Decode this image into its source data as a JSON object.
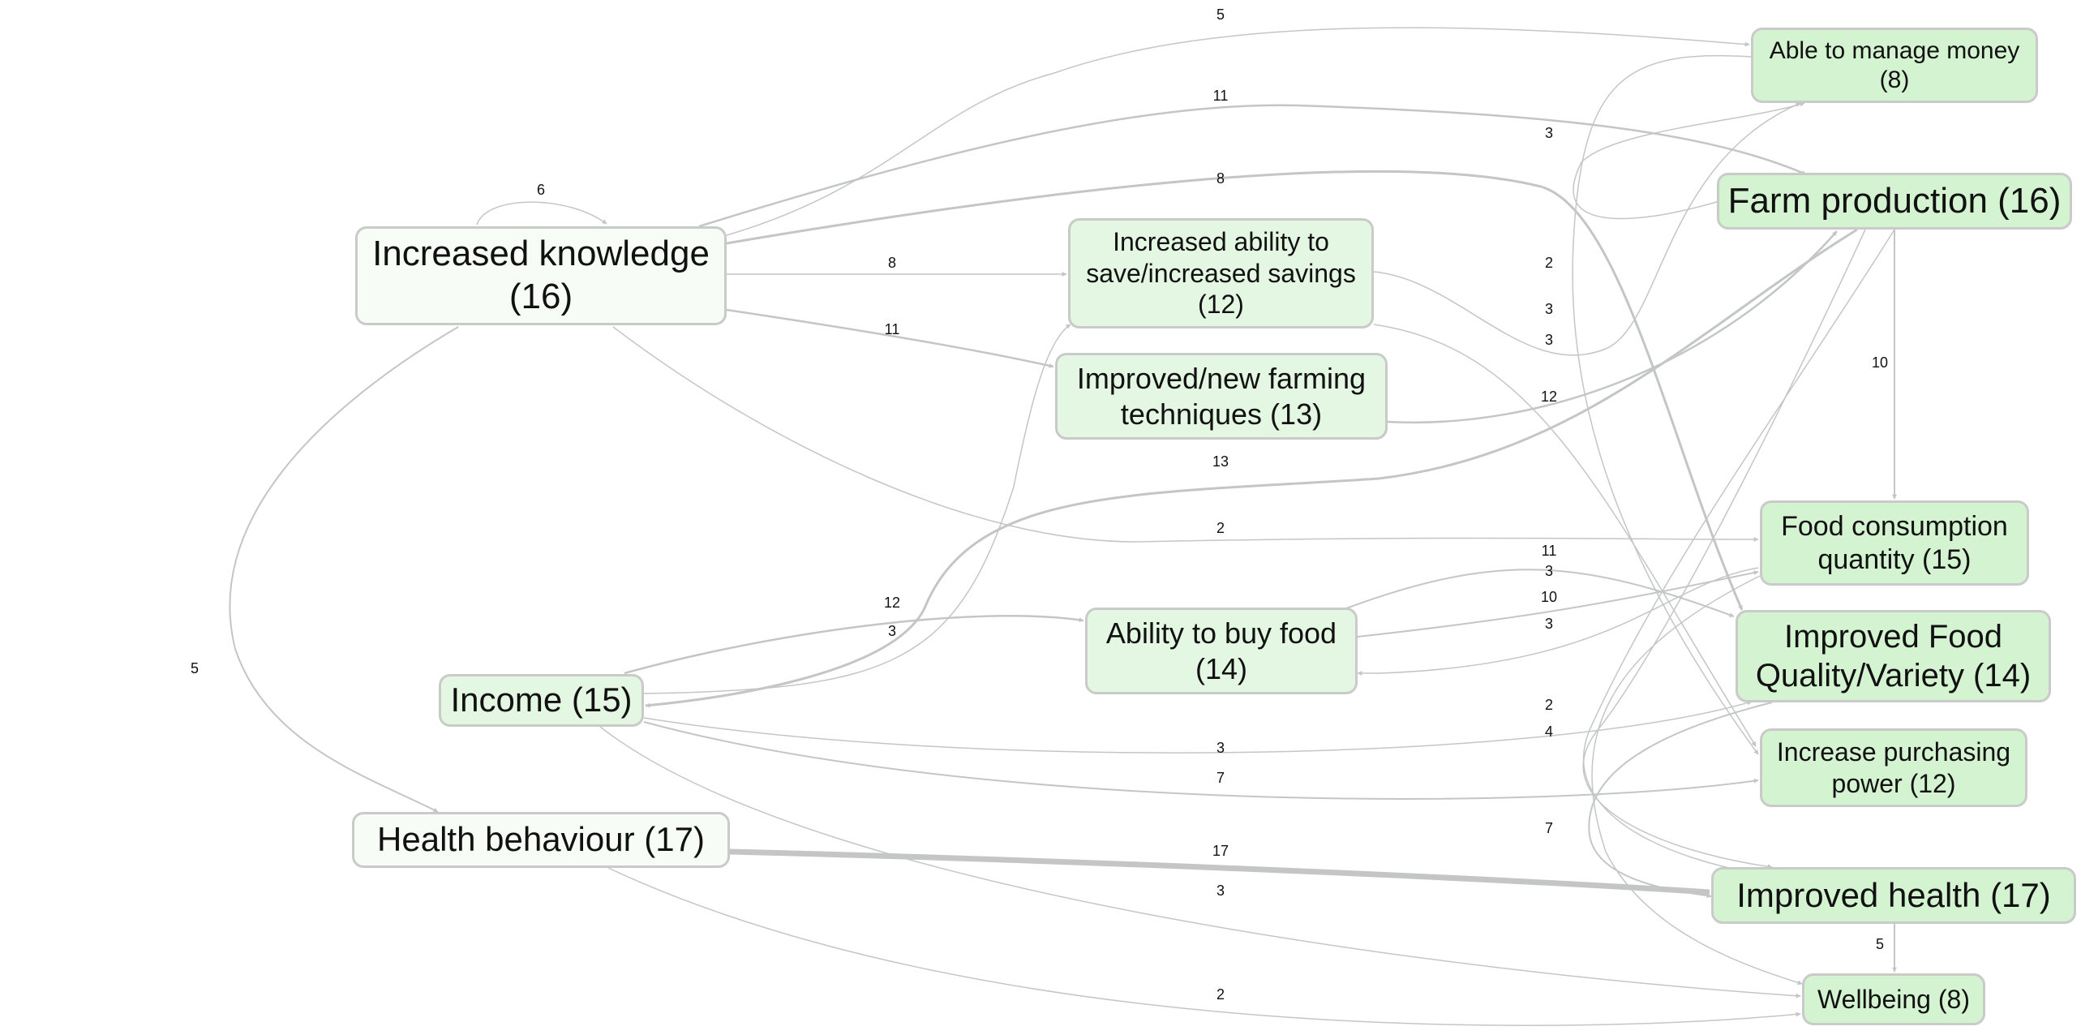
{
  "colors": {
    "edge": "#c4c6c6",
    "node_border": "#c8cbc8",
    "source_fill": "#f8fcf7",
    "mid_fill": "#e4f7e2",
    "outcome_fill": "#d4f3d1"
  },
  "nodes": {
    "increased_knowledge": "Increased knowledge (16)",
    "income": "Income (15)",
    "health_behaviour": "Health behaviour (17)",
    "increased_savings": "Increased ability to save/increased savings (12)",
    "farming_techniques": "Improved/new farming techniques (13)",
    "ability_buy_food": "Ability to buy food (14)",
    "manage_money": "Able to manage money (8)",
    "farm_production": "Farm production (16)",
    "food_quantity": "Food consumption quantity (15)",
    "food_quality": "Improved Food Quality/Variety (14)",
    "purchasing_power": "Increase purchasing power (12)",
    "improved_health": "Improved health (17)",
    "wellbeing": "Wellbeing (8)"
  },
  "edges": [
    {
      "from": "Increased knowledge",
      "to": "Increased knowledge",
      "count": "6"
    },
    {
      "from": "Increased knowledge",
      "to": "Able to manage money",
      "count": "5"
    },
    {
      "from": "Increased knowledge",
      "to": "Farm production",
      "count": "11"
    },
    {
      "from": "Increased knowledge",
      "to": "Improved Food Quality/Variety",
      "count": "8"
    },
    {
      "from": "Increased knowledge",
      "to": "Increased ability to save/increased savings",
      "count": "8"
    },
    {
      "from": "Increased knowledge",
      "to": "Improved/new farming techniques",
      "count": "11"
    },
    {
      "from": "Increased knowledge",
      "to": "Food consumption quantity",
      "count": "2"
    },
    {
      "from": "Increased knowledge",
      "to": "Health behaviour",
      "count": "5"
    },
    {
      "from": "Improved/new farming techniques",
      "to": "Farm production",
      "count": "12"
    },
    {
      "from": "Farm production",
      "to": "Income",
      "count": "13"
    },
    {
      "from": "Income",
      "to": "Ability to buy food",
      "count": "12"
    },
    {
      "from": "Income",
      "to": "Increased ability to save/increased savings",
      "count": "3"
    },
    {
      "from": "Income",
      "to": "Improved Food Quality/Variety",
      "count": "3"
    },
    {
      "from": "Income",
      "to": "Increase purchasing power",
      "count": "7"
    },
    {
      "from": "Income",
      "to": "Wellbeing",
      "count": "3"
    },
    {
      "from": "Health behaviour",
      "to": "Improved health",
      "count": "17"
    },
    {
      "from": "Health behaviour",
      "to": "Wellbeing",
      "count": "2"
    },
    {
      "from": "Ability to buy food",
      "to": "Improved Food Quality/Variety",
      "count": "11"
    },
    {
      "from": "Ability to buy food",
      "to": "Food consumption quantity",
      "count": "10"
    },
    {
      "from": "Food consumption quantity",
      "to": "Ability to buy food",
      "count": "3"
    },
    {
      "from": "Farm production",
      "to": "Food consumption quantity",
      "count": "10"
    },
    {
      "from": "Farm production",
      "to": "Able to manage money",
      "count": "3"
    },
    {
      "from": "Increased ability to save/increased savings",
      "to": "Able to manage money",
      "count": "3"
    },
    {
      "from": "Increased ability to save/increased savings",
      "to": "Increase purchasing power",
      "count": "3"
    },
    {
      "from": "Farm production",
      "to": "Improved Food Quality/Variety",
      "count": "2"
    },
    {
      "from": "Farm production",
      "to": "Improved health",
      "count": "7"
    },
    {
      "from": "Able to manage money",
      "to": "Increase purchasing power",
      "count": "2"
    },
    {
      "from": "Improved Food Quality/Variety",
      "to": "Improved health",
      "count": "4"
    },
    {
      "from": "Food consumption quantity",
      "to": "Improved health",
      "count": "3"
    },
    {
      "from": "Improved health",
      "to": "Wellbeing",
      "count": "5"
    }
  ]
}
